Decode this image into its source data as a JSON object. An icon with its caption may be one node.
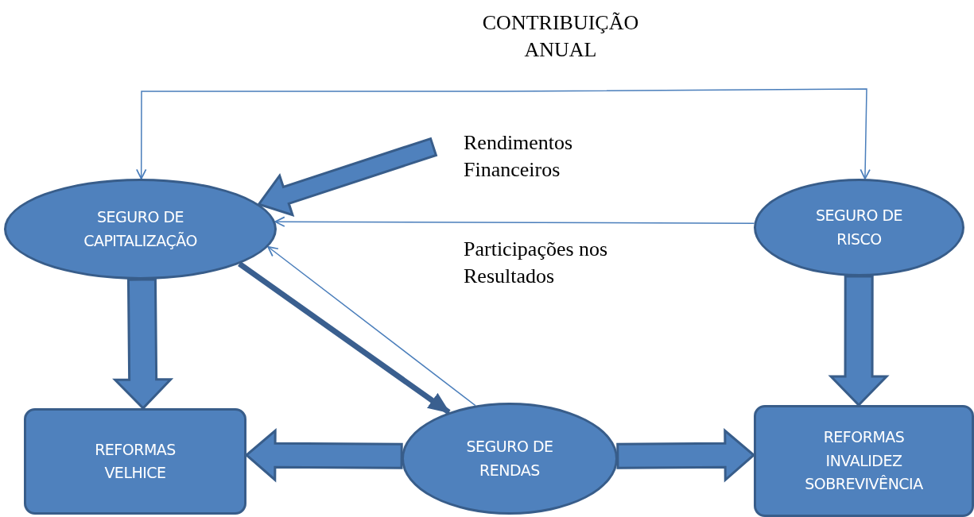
{
  "diagram": {
    "nodes": [
      {
        "text": [
          "SEGURO DE CAPITALIZAÇÃO"
        ]
      },
      {
        "text": [
          "SEGURO DE RISCO"
        ]
      },
      {
        "text": [
          "REFORMAS VELHICE"
        ]
      },
      {
        "text": [
          "SEGURO DE RENDAS"
        ]
      },
      {
        "text": [
          "REFORMAS INVALIDEZ SOBREVIVÊNCIA"
        ]
      }
    ],
    "edges": [
      {
        "from": null,
        "to": 0,
        "arrow": "to"
      },
      {
        "from": null,
        "to": 1,
        "arrow": "to"
      },
      {
        "from": null,
        "to": 0,
        "arrow": "to",
        "style": "thick"
      },
      {
        "from": 1,
        "to": 0,
        "arrow": "to"
      },
      {
        "from": 0,
        "to": 3,
        "arrow": "to",
        "style": "thick",
        "color": "#3a5f8f"
      },
      {
        "from": 3,
        "to": 0,
        "arrow": "to"
      },
      {
        "from": 0,
        "to": 2,
        "arrow": "to",
        "style": "thick"
      },
      {
        "from": 1,
        "to": 4,
        "arrow": "to",
        "style": "thick"
      },
      {
        "from": 3,
        "to": 2,
        "arrow": "to",
        "style": "thick"
      },
      {
        "from": 3,
        "to": 4,
        "arrow": "to",
        "style": "thick"
      }
    ],
    "labels": [
      "CONTRIBUIÇÃO ANUAL",
      "Rendimentos Financeiros",
      "Participações nos Resultados"
    ]
  }
}
